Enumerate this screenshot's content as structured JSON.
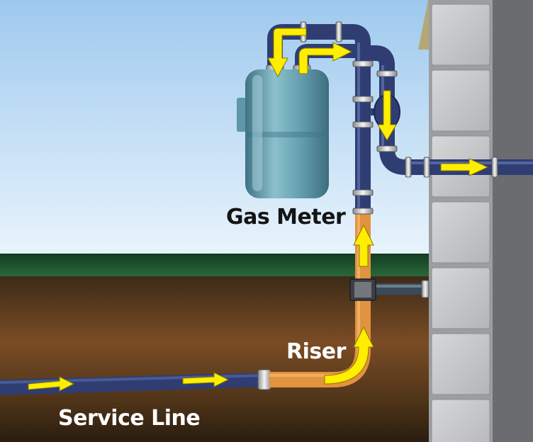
{
  "labels": {
    "gas_meter": "Gas Meter",
    "riser": "Riser",
    "service_line": "Service Line"
  },
  "colors": {
    "sky_top": "#9ec9ee",
    "sky_bottom": "#e9f4fc",
    "grass_top": "#123d22",
    "grass_bottom": "#2c6a3a",
    "soil_top": "#3d2b18",
    "soil_mid": "#7a4c25",
    "soil_bottom": "#2a1d10",
    "gas_pipe": "#2f3d73",
    "riser_pipe": "#e1933f",
    "flow_arrow": "#ffee00",
    "meter_body": "#5d97a8",
    "house_wall": "#c8c9cb",
    "house_shadow": "#6a6c70"
  },
  "icons": {
    "flow_arrow": "flow-arrow-icon",
    "meter": "gas-meter-icon",
    "house": "house-wall-icon"
  }
}
